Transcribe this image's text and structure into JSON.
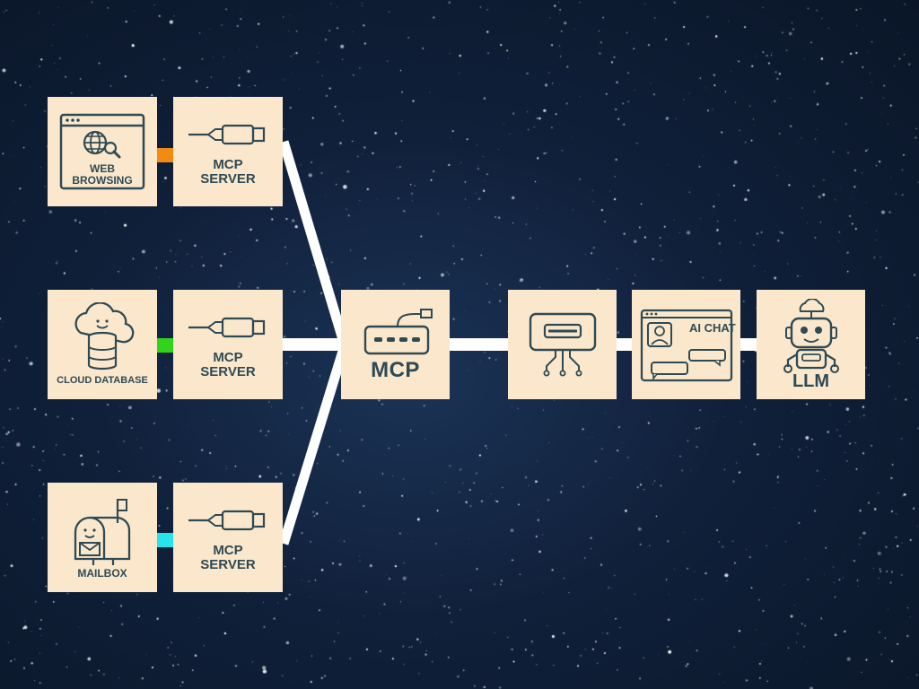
{
  "diagram": {
    "sources": [
      {
        "label": "WEB\nBROWSING",
        "icon": "globe-search-icon",
        "connector_color": "#f28a16"
      },
      {
        "label": "CLOUD DATABASE",
        "icon": "cloud-database-icon",
        "connector_color": "#2fd41b"
      },
      {
        "label": "MAILBOX",
        "icon": "mailbox-icon",
        "connector_color": "#27e3ec"
      }
    ],
    "mcp_server": {
      "line1": "MCP",
      "line2": "SERVER"
    },
    "hub": {
      "label": "MCP",
      "icon": "usb-hub-icon"
    },
    "client": {
      "icon": "circuit-chip-icon"
    },
    "chat": {
      "label": "AI CHAT",
      "icon": "chat-window-icon"
    },
    "llm": {
      "label": "LLM",
      "icon": "robot-icon"
    }
  },
  "colors": {
    "box": "#fbe8cc",
    "ink": "#2e4a55",
    "wire": "#ffffff",
    "sky": "#0f1f38"
  }
}
